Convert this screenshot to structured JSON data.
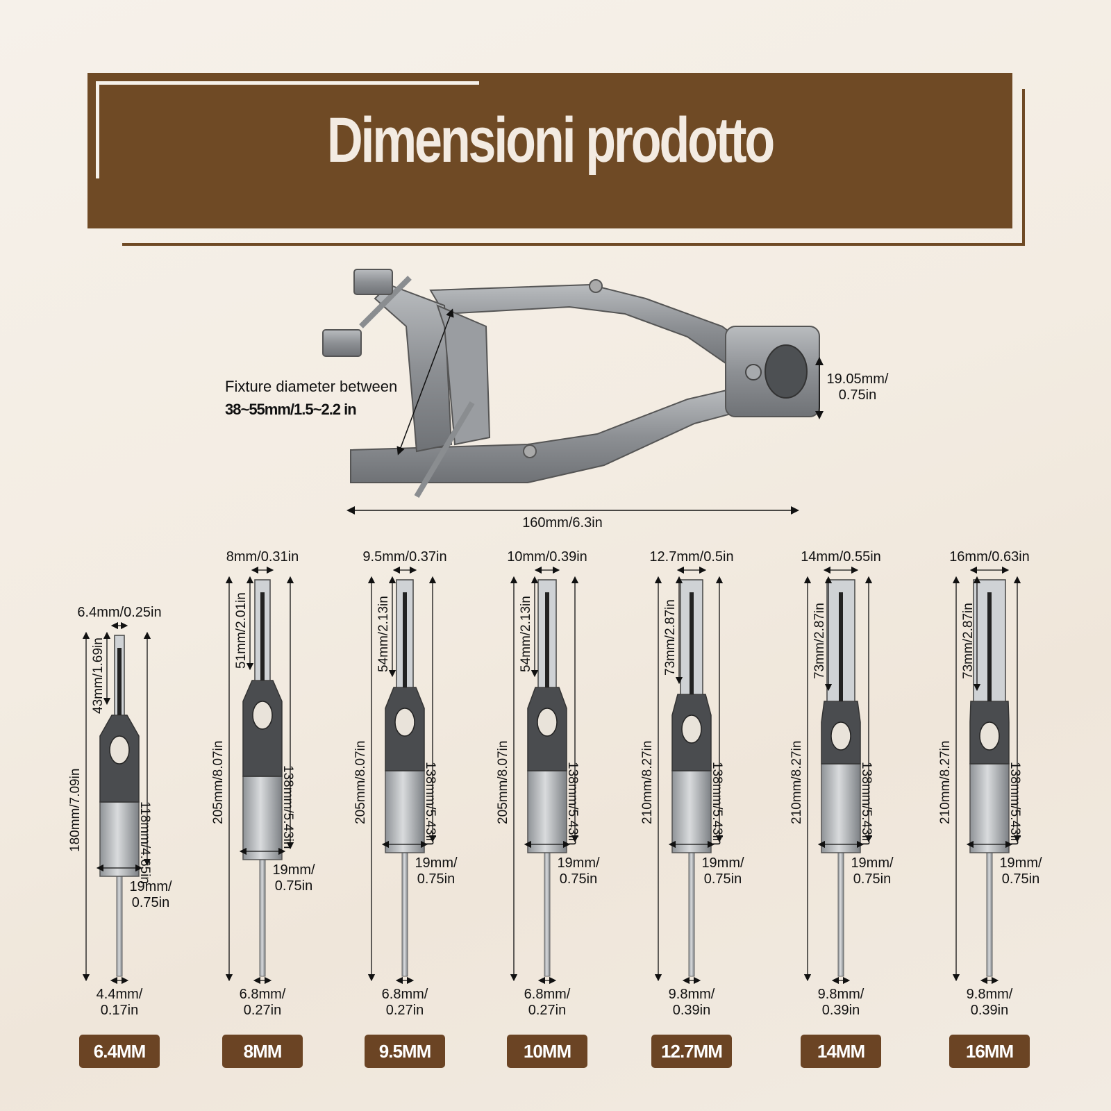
{
  "title": "Dimensioni prodotto",
  "fixture": {
    "diameter_line1": "Fixture diameter between",
    "diameter_line2": "38~55mm/1.5~2.2 in",
    "bore_line1": "19.05mm/",
    "bore_line2": "0.75in",
    "length": "160mm/6.3in"
  },
  "bits": [
    {
      "label": "6.4MM",
      "width": "6.4mm/0.25in",
      "total": "180mm/7.09in",
      "body": "118mm/4.65in",
      "blade": "43mm/1.69in",
      "shank_1": "19mm/",
      "shank_2": "0.75in",
      "drill_1": "4.4mm/",
      "drill_2": "0.17in"
    },
    {
      "label": "8MM",
      "width": "8mm/0.31in",
      "total": "205mm/8.07in",
      "body": "138mm/5.43in",
      "blade": "51mm/2.01in",
      "shank_1": "19mm/",
      "shank_2": "0.75in",
      "drill_1": "6.8mm/",
      "drill_2": "0.27in"
    },
    {
      "label": "9.5MM",
      "width": "9.5mm/0.37in",
      "total": "205mm/8.07in",
      "body": "138mm/5.43in",
      "blade": "54mm/2.13in",
      "shank_1": "19mm/",
      "shank_2": "0.75in",
      "drill_1": "6.8mm/",
      "drill_2": "0.27in"
    },
    {
      "label": "10MM",
      "width": "10mm/0.39in",
      "total": "205mm/8.07in",
      "body": "138mm/5.43in",
      "blade": "54mm/2.13in",
      "shank_1": "19mm/",
      "shank_2": "0.75in",
      "drill_1": "6.8mm/",
      "drill_2": "0.27in"
    },
    {
      "label": "12.7MM",
      "width": "12.7mm/0.5in",
      "total": "210mm/8.27in",
      "body": "138mm/5.43in",
      "blade": "73mm/2.87in",
      "shank_1": "19mm/",
      "shank_2": "0.75in",
      "drill_1": "9.8mm/",
      "drill_2": "0.39in"
    },
    {
      "label": "14MM",
      "width": "14mm/0.55in",
      "total": "210mm/8.27in",
      "body": "138mm/5.43in",
      "blade": "73mm/2.87in",
      "shank_1": "19mm/",
      "shank_2": "0.75in",
      "drill_1": "9.8mm/",
      "drill_2": "0.39in"
    },
    {
      "label": "16MM",
      "width": "16mm/0.63in",
      "total": "210mm/8.27in",
      "body": "138mm/5.43in",
      "blade": "73mm/2.87in",
      "shank_1": "19mm/",
      "shank_2": "0.75in",
      "drill_1": "9.8mm/",
      "drill_2": "0.39in"
    }
  ]
}
